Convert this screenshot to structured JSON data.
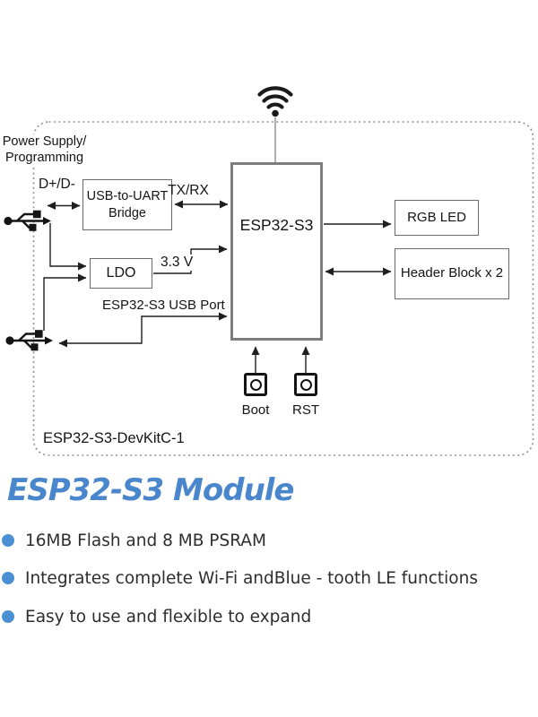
{
  "diagram": {
    "annotations": {
      "power_supply_line1": "Power Supply/",
      "power_supply_line2": "Programming",
      "data_lines": "D+/D-",
      "tx_rx": "TX/RX",
      "v33": "3.3 V",
      "usb_port": "ESP32-S3 USB Port",
      "board_name": "ESP32-S3-DevKitC-1"
    },
    "blocks": {
      "usb_uart_bridge_line1": "USB-to-UART",
      "usb_uart_bridge_line2": "Bridge",
      "ldo": "LDO",
      "esp32": "ESP32-S3",
      "rgb_led": "RGB LED",
      "header_block": "Header Block x 2"
    },
    "buttons": {
      "boot": "Boot",
      "rst": "RST"
    }
  },
  "module_info": {
    "title": "ESP32-S3 Module",
    "features": [
      "16MB Flash and 8 MB PSRAM",
      "Integrates complete Wi-Fi andBlue - tooth LE functions",
      "Easy to use and flexible to expand"
    ]
  },
  "colors": {
    "heading_blue": "#4a86cb",
    "bullet_blue": "#4a90d2",
    "line_black": "#1f1f1f",
    "box_border_gray": "#6a6a6a",
    "esp_border_gray": "#7d7d7d"
  }
}
